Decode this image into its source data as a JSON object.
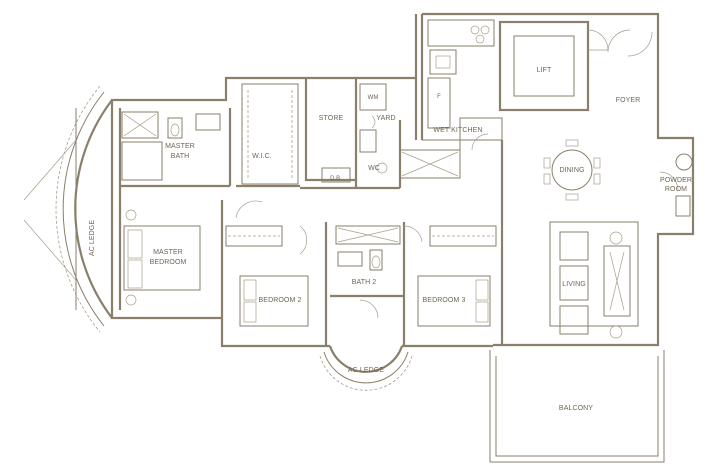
{
  "rooms": {
    "lift": "LIFT",
    "foyer": "FOYER",
    "powder_room_line1": "POWDER",
    "powder_room_line2": "ROOM",
    "dining": "DINING",
    "living": "LIVING",
    "balcony": "BALCONY",
    "wet_kitchen": "WET KITCHEN",
    "store": "STORE",
    "yard": "YARD",
    "wm": "WM",
    "wc": "WC",
    "db": "D.B.",
    "f": "F",
    "wic": "W.I.C.",
    "master_bath_line1": "MASTER",
    "master_bath_line2": "BATH",
    "master_bedroom_line1": "MASTER",
    "master_bedroom_line2": "BEDROOM",
    "ac_ledge_left": "AC LEDGE",
    "ac_ledge_bottom": "AC LEDGE",
    "bedroom_2": "BEDROOM 2",
    "bath_2": "BATH 2",
    "bedroom_3": "BEDROOM 3"
  },
  "colors": {
    "wall": "#8a7f6a",
    "label": "#6e6552",
    "background": "#ffffff"
  }
}
